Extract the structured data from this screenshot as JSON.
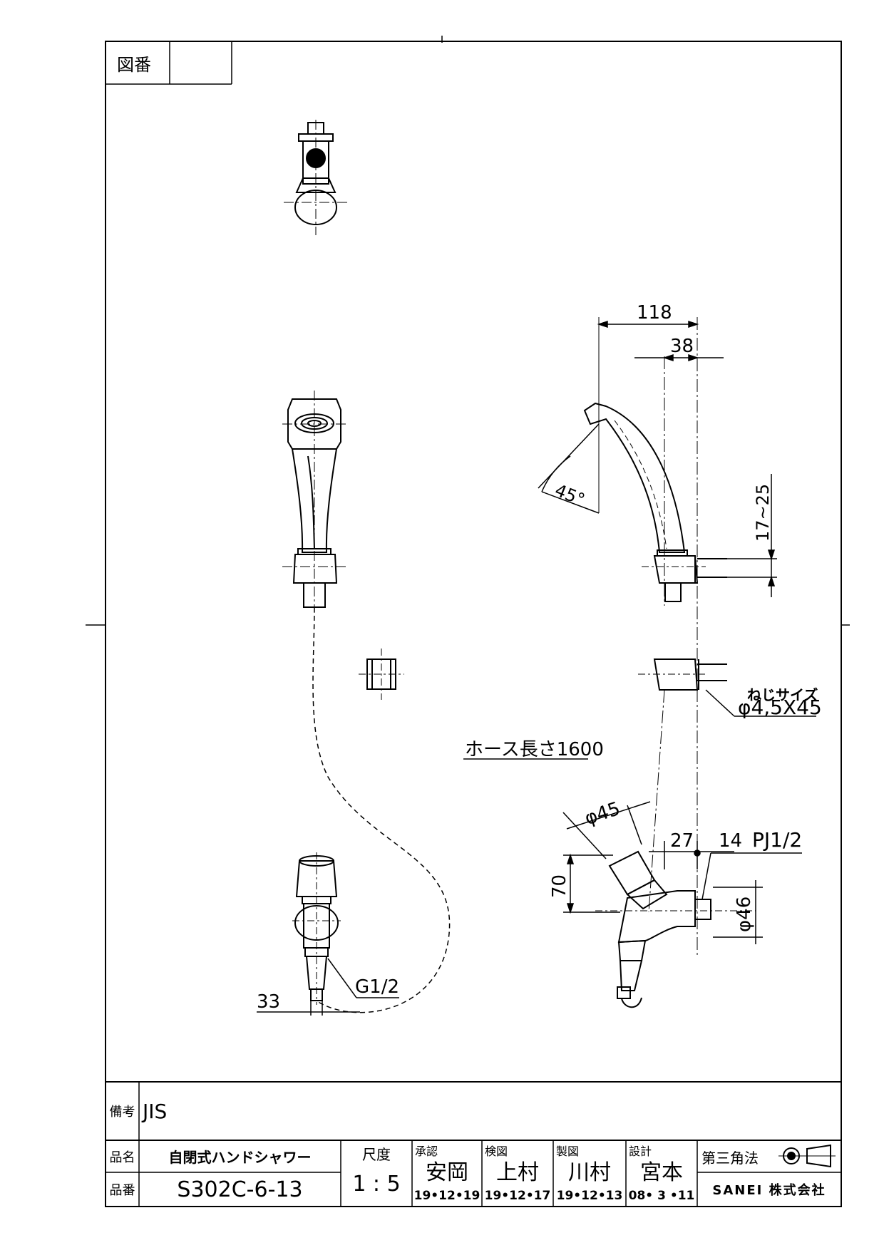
{
  "drawing_no_label": "図番",
  "drawing_no_value": "",
  "dimensions": {
    "d118": "118",
    "d38": "38",
    "angle45": "45°",
    "d17_25": "17~25",
    "screw_label": "ねじサイズ",
    "screw_size": "φ4,5X45",
    "hose_length": "ホース長さ1600",
    "dia45": "φ45",
    "d27": "27",
    "d14": "14",
    "pj": "PJ1/2",
    "d70": "70",
    "dia46": "φ46",
    "g12": "G1/2",
    "d33": "33"
  },
  "title_block": {
    "remarks_label": "備考",
    "remarks_value": "JIS",
    "name_label": "品名",
    "name_value": "自閉式ハンドシャワー",
    "part_label": "品番",
    "part_value": "S302C-6-13",
    "scale_label": "尺度",
    "scale_value": "1 : 5",
    "approved_label": "承認",
    "approved_name": "安岡",
    "approved_date": "19•12•19",
    "checked_label": "検図",
    "checked_name": "上村",
    "checked_date": "19•12•17",
    "drawn_label": "製図",
    "drawn_name": "川村",
    "drawn_date": "19•12•13",
    "design_label": "設計",
    "design_name": "宮本",
    "design_date": "08• 3 •11",
    "projection_label": "第三角法",
    "company": "SANEI 株式会社"
  }
}
